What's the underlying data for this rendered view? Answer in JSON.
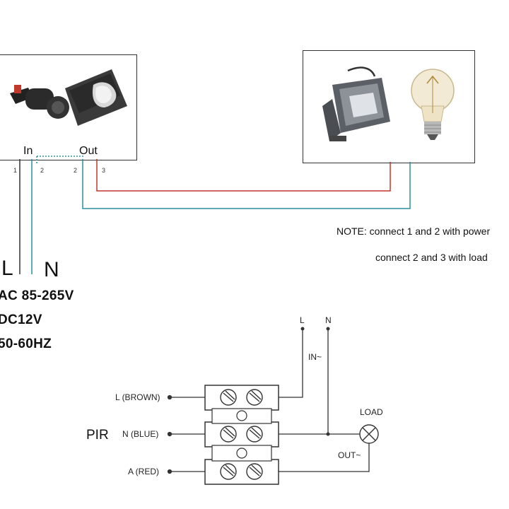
{
  "sensor": {
    "in_label": "In",
    "out_label": "Out",
    "pins": [
      "1",
      "2",
      "2",
      "3"
    ]
  },
  "supply": {
    "L": "L",
    "N": "N",
    "specs": [
      "AC 85-265V",
      "DC12V",
      "50-60HZ"
    ]
  },
  "note": {
    "line1": "NOTE: connect 1 and 2 with power",
    "line2": "connect 2 and 3 with load"
  },
  "schematic": {
    "pir": "PIR",
    "wires": [
      "L (BROWN)",
      "N (BLUE)",
      "A (RED)"
    ],
    "top_L": "L",
    "top_N": "N",
    "in_label": "IN~",
    "out_label": "OUT~",
    "load_label": "LOAD"
  },
  "colors": {
    "red_wire": "#c0392b",
    "blue_wire": "#2a8f9e",
    "dark_wire": "#333333"
  }
}
